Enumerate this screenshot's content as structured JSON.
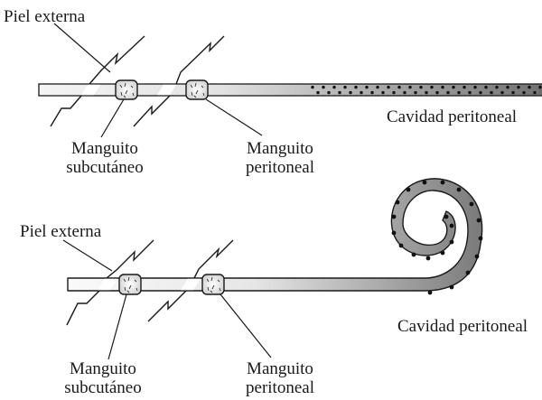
{
  "top": {
    "skin_label": "Piel externa",
    "cuff1_label": [
      "Manguito",
      "subcutáneo"
    ],
    "cuff2_label": [
      "Manguito",
      "peritoneal"
    ],
    "cavity_label": "Cavidad peritoneal"
  },
  "bottom": {
    "skin_label": "Piel externa",
    "cuff1_label": [
      "Manguito",
      "subcutáneo"
    ],
    "cuff2_label": [
      "Manguito",
      "peritoneal"
    ],
    "cavity_label": "Cavidad peritoneal"
  },
  "colors": {
    "stroke": "#1a1a1a",
    "tube_light": "#ffffff",
    "tube_dark": "#6f6f6f",
    "holes": "#111111"
  }
}
